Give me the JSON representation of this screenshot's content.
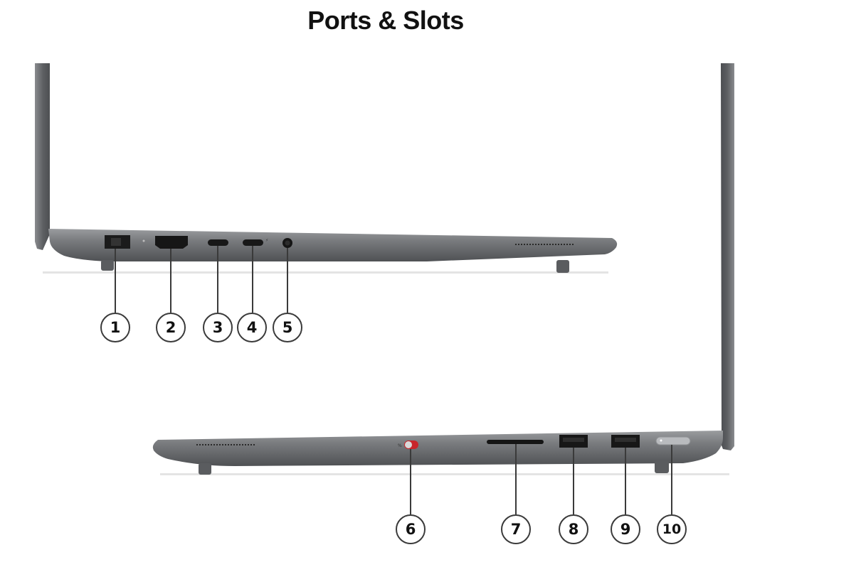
{
  "page": {
    "title": "Ports & Slots"
  },
  "colors": {
    "chassis": "#6f7174",
    "chassis_dark": "#4e5053",
    "port_black": "#141414",
    "callout_line": "#3a3a3a",
    "privacy_red": "#c8262b"
  },
  "callouts": {
    "c1": "1",
    "c2": "2",
    "c3": "3",
    "c4": "4",
    "c5": "5",
    "c6": "6",
    "c7": "7",
    "c8": "8",
    "c9": "9",
    "c10": "10"
  }
}
